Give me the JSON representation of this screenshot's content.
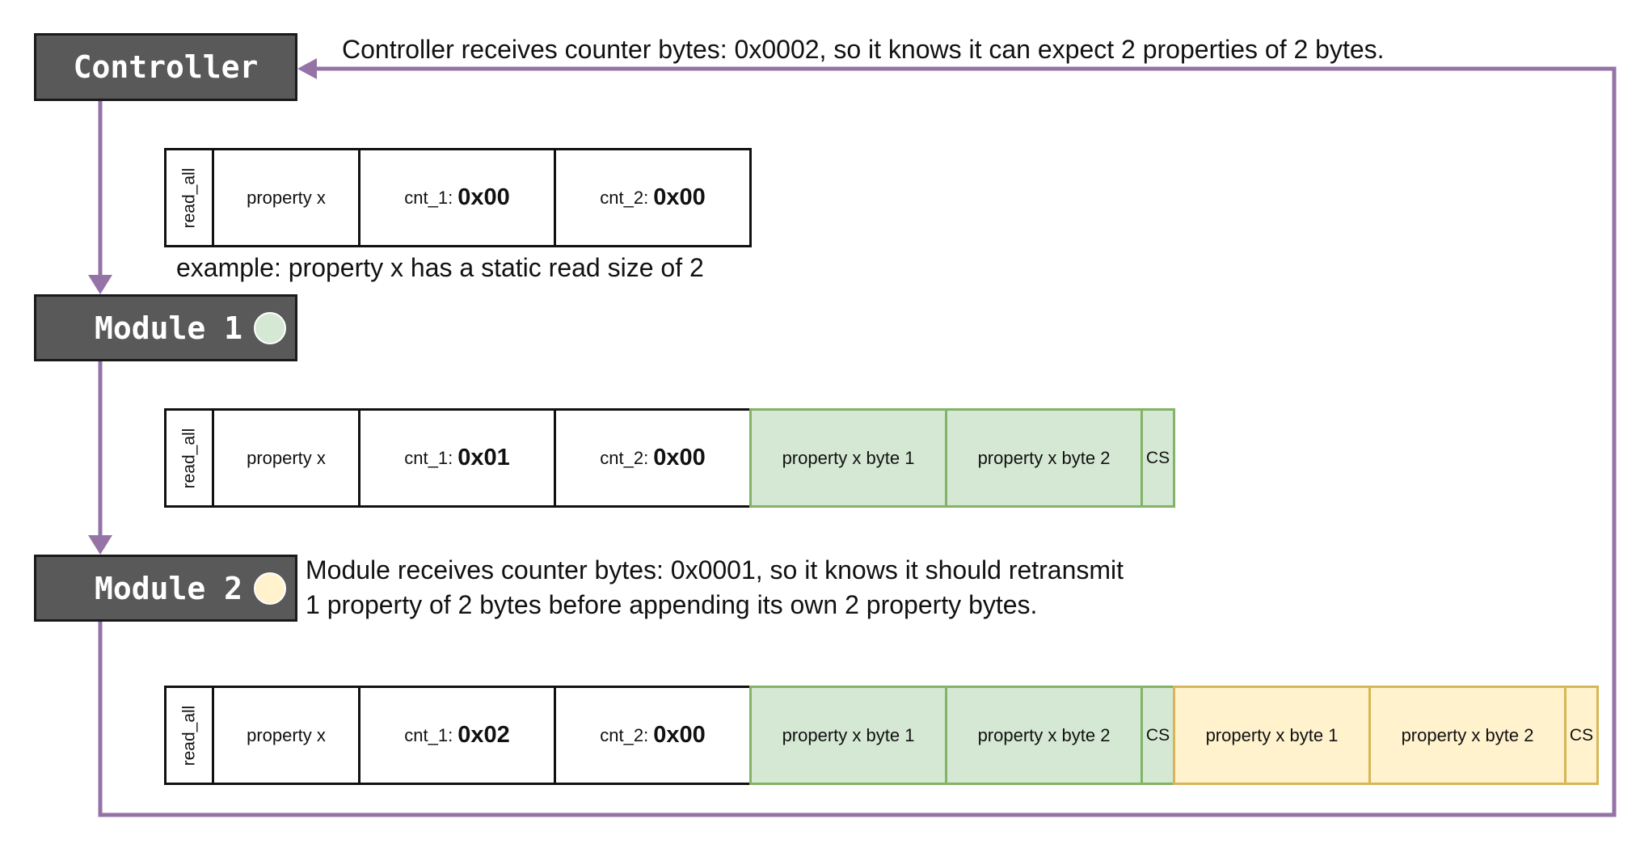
{
  "nodes": {
    "controller": "Controller",
    "module1": "Module 1",
    "module2": "Module 2"
  },
  "colors": {
    "arrow": "#9673a6",
    "node_fill": "#595959",
    "green_fill": "#d5e8d4",
    "green_border": "#82b366",
    "yellow_fill": "#fff2cc",
    "yellow_border": "#d6b656"
  },
  "notes": {
    "top": "Controller receives counter bytes: 0x0002, so it knows it can expect 2 properties of 2 bytes.",
    "example": "example: property x has a static read size of 2",
    "module2_line1": "Module receives counter bytes: 0x0001, so it knows it should retransmit",
    "module2_line2": "1 property of 2 bytes before appending its own 2 property bytes."
  },
  "frames": [
    {
      "read_all": "read_all",
      "property": "property x",
      "cnt_1_label": "cnt_1:",
      "cnt_1_value": "0x00",
      "cnt_2_label": "cnt_2:",
      "cnt_2_value": "0x00"
    },
    {
      "read_all": "read_all",
      "property": "property x",
      "cnt_1_label": "cnt_1:",
      "cnt_1_value": "0x01",
      "cnt_2_label": "cnt_2:",
      "cnt_2_value": "0x00",
      "module1_bytes": [
        "property x byte 1",
        "property x byte 2"
      ],
      "module1_cs": "CS"
    },
    {
      "read_all": "read_all",
      "property": "property x",
      "cnt_1_label": "cnt_1:",
      "cnt_1_value": "0x02",
      "cnt_2_label": "cnt_2:",
      "cnt_2_value": "0x00",
      "module1_bytes": [
        "property x byte 1",
        "property x byte 2"
      ],
      "module1_cs": "CS",
      "module2_bytes": [
        "property x byte 1",
        "property x byte 2"
      ],
      "module2_cs": "CS"
    }
  ]
}
